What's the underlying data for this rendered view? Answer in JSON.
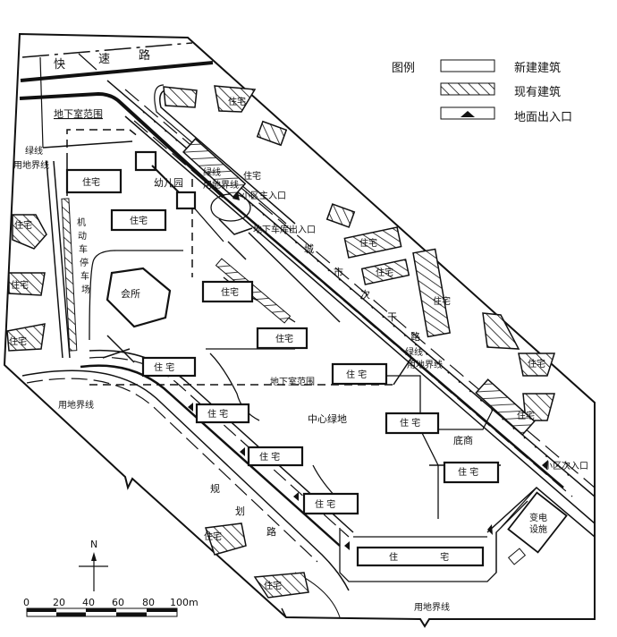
{
  "legend": {
    "title": "图例",
    "items": [
      {
        "label": "新建建筑",
        "symbol": "plain-rect"
      },
      {
        "label": "现有建筑",
        "symbol": "hatched-rect"
      },
      {
        "label": "地面出入口",
        "symbol": "triangle-rect"
      }
    ]
  },
  "roads": {
    "expressway": [
      "快",
      "速",
      "路"
    ],
    "secondary_trunk": [
      "城",
      "市",
      "次",
      "干",
      "路"
    ],
    "planned_road": [
      "规",
      "划",
      "路"
    ]
  },
  "labels": {
    "basement_range_top": "地下室范围",
    "basement_range_mid": "地下室范围",
    "green_line": "绿线",
    "land_boundary": "用地界线",
    "green_line_2": "绿线",
    "land_boundary_2": "用地界线",
    "green_line_3": "绿线",
    "land_boundary_3": "用地界线",
    "land_boundary_sw": "用地界线",
    "land_boundary_bottom": "用地界线",
    "kindergarten": "幼儿园",
    "clubhouse": "会所",
    "parking": [
      "机",
      "动",
      "车",
      "停",
      "车",
      "场"
    ],
    "main_entrance": "小区主入口",
    "garage_entrance": "地下车库出入口",
    "secondary_entrance": "小区次入口",
    "central_green": "中心绿地",
    "shops": "底商",
    "substation": [
      "变电",
      "设施"
    ],
    "residence": "住宅",
    "residence_spaced": "住 宅"
  },
  "compass": {
    "north": "N"
  },
  "scale_bar": {
    "ticks": [
      "0",
      "20",
      "40",
      "60",
      "80",
      "100m"
    ]
  }
}
